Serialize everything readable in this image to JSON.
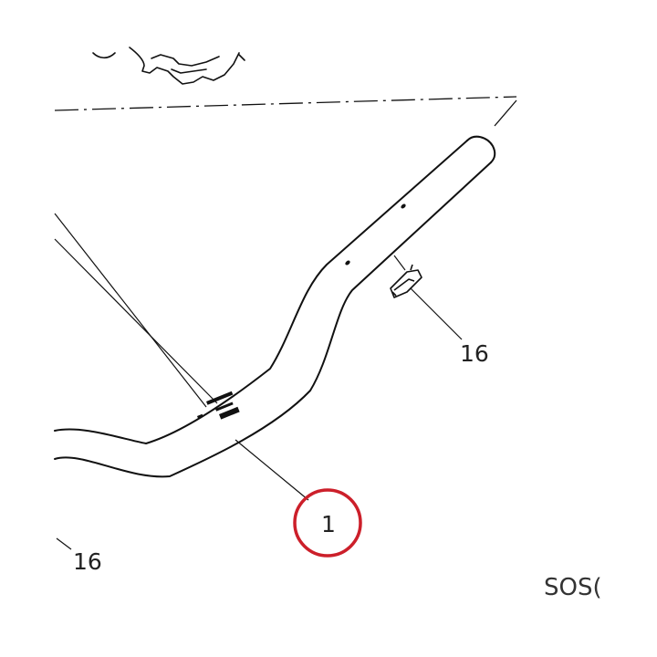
{
  "diagram": {
    "part_main_number": "1",
    "part_clip_number": "16",
    "part_clip_number_left": "16",
    "drawing_code": "SOS(",
    "colors": {
      "line": "#111111",
      "highlight": "#cc1f2a",
      "text": "#222222"
    }
  }
}
